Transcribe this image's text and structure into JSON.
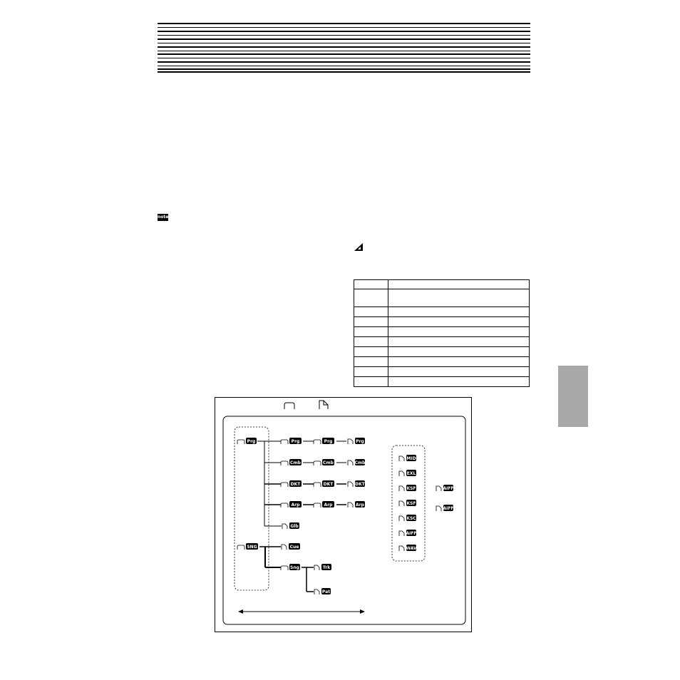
{
  "note_icon": {
    "label": "note",
    "icon": "note-icon"
  },
  "caution_icon": {
    "icon": "caution-icon"
  },
  "table": {
    "rows": 10,
    "headers": [
      "",
      ""
    ],
    "cells": []
  },
  "diagram": {
    "legend": {
      "folder_icon": "folder-icon",
      "file_icon": "file-icon"
    },
    "left_group": {
      "folders": [
        "Prg",
        "SNG"
      ]
    },
    "tree": {
      "row1": [
        "Prg",
        "Prg",
        "Prg"
      ],
      "row2": [
        "Cmb",
        "Cmb",
        "Cmb"
      ],
      "row3": [
        "DKT",
        "DKT",
        "DKT"
      ],
      "row4": [
        "Arp",
        "Arp",
        "Arp"
      ],
      "row5": [
        "Glb"
      ],
      "row6": [
        "Cue"
      ],
      "row7": [
        "Sng",
        "Trk"
      ],
      "row8": [
        "Pat"
      ]
    },
    "right_group": {
      "files": [
        "MID",
        "EXL",
        "KSF",
        "KSF",
        "KSC",
        "AIFF",
        "WAV"
      ]
    },
    "far_right": [
      "AIFF",
      "AIFF"
    ],
    "colors": {
      "ink": "#000000",
      "badge_bg": "#000000",
      "badge_text": "#ffffff",
      "tab": "#a8a8a8"
    }
  }
}
